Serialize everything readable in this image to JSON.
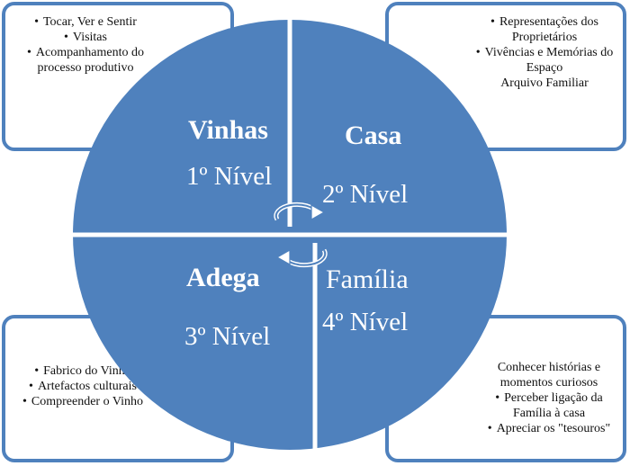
{
  "colors": {
    "circle_fill": "#4f81bd",
    "border": "#4f81bd",
    "divider": "#ffffff",
    "text_light": "#ffffff"
  },
  "quadrants": {
    "vinhas": {
      "title": "Vinhas",
      "level": "1º Nível"
    },
    "casa": {
      "title": "Casa",
      "level": "2º Nível"
    },
    "adega": {
      "title": "Adega",
      "level": "3º Nível"
    },
    "familia": {
      "title": "Família",
      "level": "4º Nível"
    }
  },
  "boxes": {
    "vinhas": [
      "Tocar, Ver e Sentir",
      "Visitas",
      "Acompanhamento do processo produtivo"
    ],
    "casa": [
      "Representações dos Proprietários",
      "Vivências e Memórias do Espaço",
      "Arquivo Familiar"
    ],
    "adega": [
      "Fabrico do Vinho",
      "Artefactos culturais",
      "Compreender o Vinho"
    ],
    "familia": [
      "Conhecer histórias e momentos curiosos",
      "Perceber ligação da Família à casa",
      "Apreciar os \"tesouros\""
    ]
  },
  "casa_last_bulleted": false,
  "icons": {
    "cycle": "circular-arrows-icon"
  }
}
